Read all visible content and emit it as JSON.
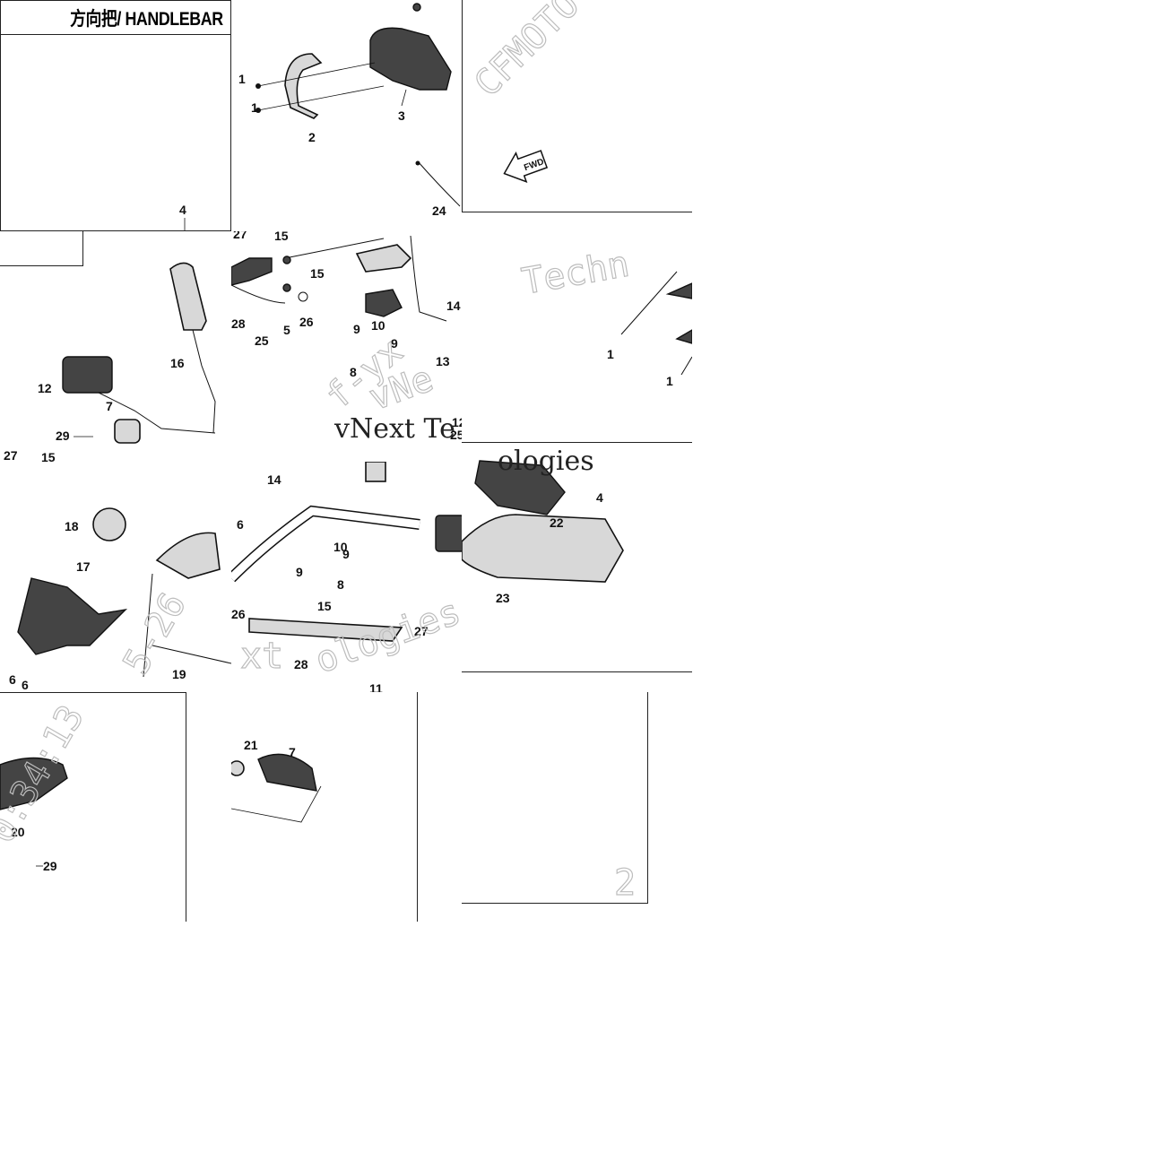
{
  "title": "方向把/ HANDLEBAR",
  "fwd_label": "FWD",
  "watermarks": [
    "CFMOTO",
    "Techn",
    "vNext Te",
    "ologies",
    "f-yx",
    "vNe",
    "0",
    "xt",
    "ologies",
    "0:34:13",
    "2",
    "5-26"
  ],
  "callouts": {
    "t1": [
      "1",
      "1",
      "2",
      "3"
    ],
    "t2": [
      "24"
    ],
    "t3": [
      "4"
    ],
    "t4": [
      "12",
      "7",
      "29",
      "16",
      "27",
      "15"
    ],
    "t5": [
      "27",
      "15",
      "15",
      "28",
      "25",
      "5",
      "26",
      "9",
      "10",
      "9",
      "8",
      "13",
      "14",
      "12",
      "25"
    ],
    "t6": [
      "1",
      "1"
    ],
    "t7": [
      "18",
      "17",
      "19",
      "6",
      "6"
    ],
    "t8": [
      "14",
      "6",
      "10",
      "9",
      "9",
      "8",
      "26",
      "15",
      "27",
      "28",
      "11"
    ],
    "t9": [
      "4",
      "22",
      "23"
    ],
    "t10": [
      "20",
      "29"
    ],
    "t11": [
      "21",
      "7"
    ]
  }
}
